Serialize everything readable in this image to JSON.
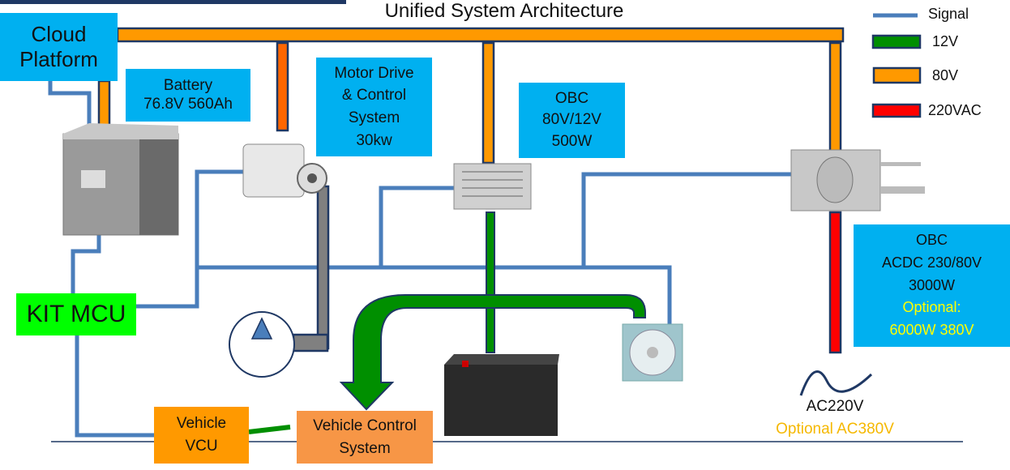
{
  "title": "Unified System Architecture",
  "legend": [
    {
      "label": "Signal",
      "color": "#4a7ebb"
    },
    {
      "label": "12V",
      "color": "#008f00"
    },
    {
      "label": "80V",
      "color": "#ff9900"
    },
    {
      "label": "220VAC",
      "color": "#ff0000"
    }
  ],
  "boxes": {
    "cloud": [
      "Cloud",
      "Platform"
    ],
    "battery": [
      "Battery",
      "76.8V 560Ah"
    ],
    "motor": [
      "Motor Drive",
      "& Control",
      "System",
      "30kw"
    ],
    "obc_small": [
      "OBC",
      "80V/12V",
      "500W"
    ],
    "obc_large": [
      "OBC",
      "ACDC 230/80V",
      "3000W"
    ],
    "obc_large_optional": [
      "Optional:",
      "6000W 380V"
    ],
    "mcu": "KIT MCU",
    "vcu": [
      "Vehicle",
      "VCU"
    ],
    "vcs": [
      "Vehicle Control",
      "System"
    ]
  },
  "ac": {
    "label": "AC220V",
    "optional": "Optional AC380V"
  },
  "colors": {
    "box_cyan": "#00b0f0",
    "mcu_green": "#00ff00",
    "vcu_orange": "#ff9900",
    "vcs_orange": "#f79646",
    "optional_yellow": "#ffff00",
    "ac_optional": "#f5b800",
    "outline": "#1f3864"
  }
}
